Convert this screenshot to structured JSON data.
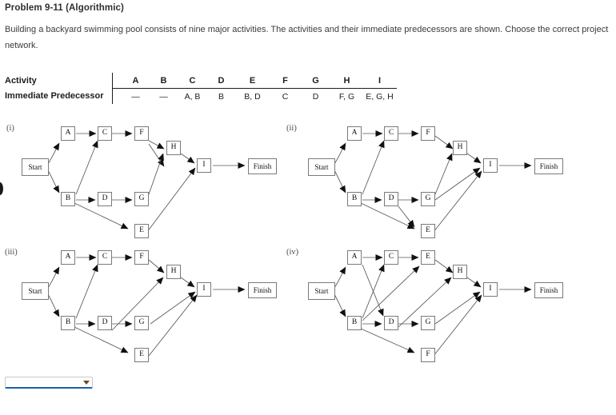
{
  "problem": {
    "title": "Problem 9-11 (Algorithmic)",
    "statement": "Building a backyard swimming pool consists of nine major activities. The activities and their immediate predecessors are shown. Choose the correct project network."
  },
  "table": {
    "row_labels": [
      "Activity",
      "Immediate Predecessor"
    ],
    "activities": [
      "A",
      "B",
      "C",
      "D",
      "E",
      "F",
      "G",
      "H",
      "I"
    ],
    "predecessors": [
      "—",
      "—",
      "A, B",
      "B",
      "B, D",
      "C",
      "D",
      "F, G",
      "E, G, H"
    ]
  },
  "diagrams": [
    {
      "label": "(i)",
      "nodes": {
        "start": "Start",
        "a": "A",
        "b": "B",
        "c": "C",
        "d": "D",
        "e": "E",
        "f": "F",
        "g": "G",
        "h": "H",
        "i": "I",
        "finish": "Finish"
      },
      "edges": [
        "Start->A",
        "Start->B",
        "A->C",
        "B->C",
        "B->D",
        "B->E",
        "C->F",
        "D->G",
        "F->H",
        "G->H",
        "F->I",
        "H->I",
        "E->I",
        "I->Finish"
      ]
    },
    {
      "label": "(ii)",
      "nodes": {
        "start": "Start",
        "a": "A",
        "b": "B",
        "c": "C",
        "d": "D",
        "e": "E",
        "f": "F",
        "g": "G",
        "h": "H",
        "i": "I",
        "finish": "Finish"
      },
      "edges": [
        "Start->A",
        "Start->B",
        "A->C",
        "B->C",
        "B->D",
        "B->E",
        "D->E",
        "C->F",
        "D->G",
        "F->H",
        "G->H",
        "G->I",
        "H->I",
        "E->I",
        "I->Finish"
      ]
    },
    {
      "label": "(iii)",
      "nodes": {
        "start": "Start",
        "a": "A",
        "b": "B",
        "c": "C",
        "d": "D",
        "e": "E",
        "f": "F",
        "g": "G",
        "h": "H",
        "i": "I",
        "finish": "Finish"
      },
      "edges": [
        "Start->A",
        "Start->B",
        "A->C",
        "B->C",
        "B->D",
        "B->E",
        "C->F",
        "D->G",
        "D->H",
        "F->H",
        "G->I",
        "H->I",
        "E->I",
        "I->Finish"
      ]
    },
    {
      "label": "(iv)",
      "nodes": {
        "start": "Start",
        "a": "A",
        "b": "B",
        "c": "C",
        "d": "D",
        "e": "E",
        "f": "F",
        "g": "G",
        "h": "H",
        "i": "I",
        "finish": "Finish"
      },
      "edges": [
        "Start->A",
        "Start->B",
        "A->C",
        "A->D",
        "B->C",
        "B->D",
        "B->E",
        "B->F",
        "C->E",
        "D->G",
        "D->H",
        "E->H",
        "G->I",
        "H->I",
        "F->I",
        "I->Finish"
      ]
    }
  ],
  "answer_select": {
    "value": "",
    "placeholder": ""
  }
}
